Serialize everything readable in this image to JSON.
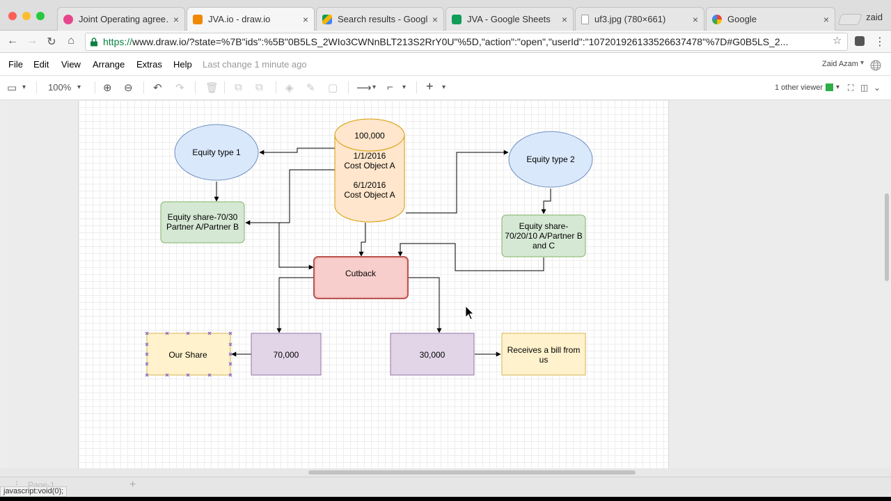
{
  "browser": {
    "tabs": [
      {
        "title": "Joint Operating agree…",
        "favicon_color": "#e8468c"
      },
      {
        "title": "JVA.io - draw.io",
        "favicon_color": "#f08705"
      },
      {
        "title": "Search results - Googl…",
        "favicon_color": "#4285f4"
      },
      {
        "title": "JVA - Google Sheets",
        "favicon_color": "#0f9d58"
      },
      {
        "title": "uf3.jpg (780×661)",
        "favicon_color": "#9e9e9e"
      },
      {
        "title": "Google",
        "favicon_color": "#4285f4"
      }
    ],
    "tab_close": "×",
    "profile_name": "zaid",
    "url_scheme": "https://",
    "url_rest": "www.draw.io/?state=%7B\"ids\":%5B\"0B5LS_2WIo3CWNnBLT213S2RrY0U\"%5D,\"action\":\"open\",\"userId\":\"107201926133526637478\"%7D#G0B5LS_2...",
    "status_text": "javascript:void(0);"
  },
  "app": {
    "menu": [
      "File",
      "Edit",
      "View",
      "Arrange",
      "Extras",
      "Help"
    ],
    "last_change": "Last change 1 minute ago",
    "user_name": "Zaid Azam",
    "zoom": "100%",
    "viewers": "1 other viewer",
    "viewer_color": "#2dae45",
    "page_tab": "Page-1"
  },
  "diagram": {
    "database": {
      "line1": "100,000",
      "line2": "1/1/2016",
      "line3": "Cost Object A",
      "line4": "6/1/2016",
      "line5": "Cost Object A"
    },
    "equity_type_1": "Equity type 1",
    "equity_type_2": "Equity type 2",
    "equity_share_1": {
      "line1": "Equity share-70/30",
      "line2": "Partner A/Partner B"
    },
    "equity_share_2": {
      "line1": "Equity share-",
      "line2": "70/20/10 A/Partner B",
      "line3": "and C"
    },
    "cutback": "Cutback",
    "amount_1": "70,000",
    "amount_2": "30,000",
    "our_share": "Our Share",
    "receives_bill": {
      "line1": "Receives a bill from",
      "line2": "us"
    }
  },
  "colors": {
    "ellipse_fill": "#dae8fc",
    "ellipse_stroke": "#6c8ebf",
    "green_fill": "#d5e8d4",
    "green_stroke": "#82b366",
    "orange_fill": "#ffe6cc",
    "orange_stroke": "#d79b00",
    "red_fill": "#f8cecc",
    "red_stroke": "#b85450",
    "purple_fill": "#e1d5e7",
    "purple_stroke": "#9673a6",
    "yellow_fill": "#fff2cc",
    "yellow_stroke": "#d6b656"
  }
}
